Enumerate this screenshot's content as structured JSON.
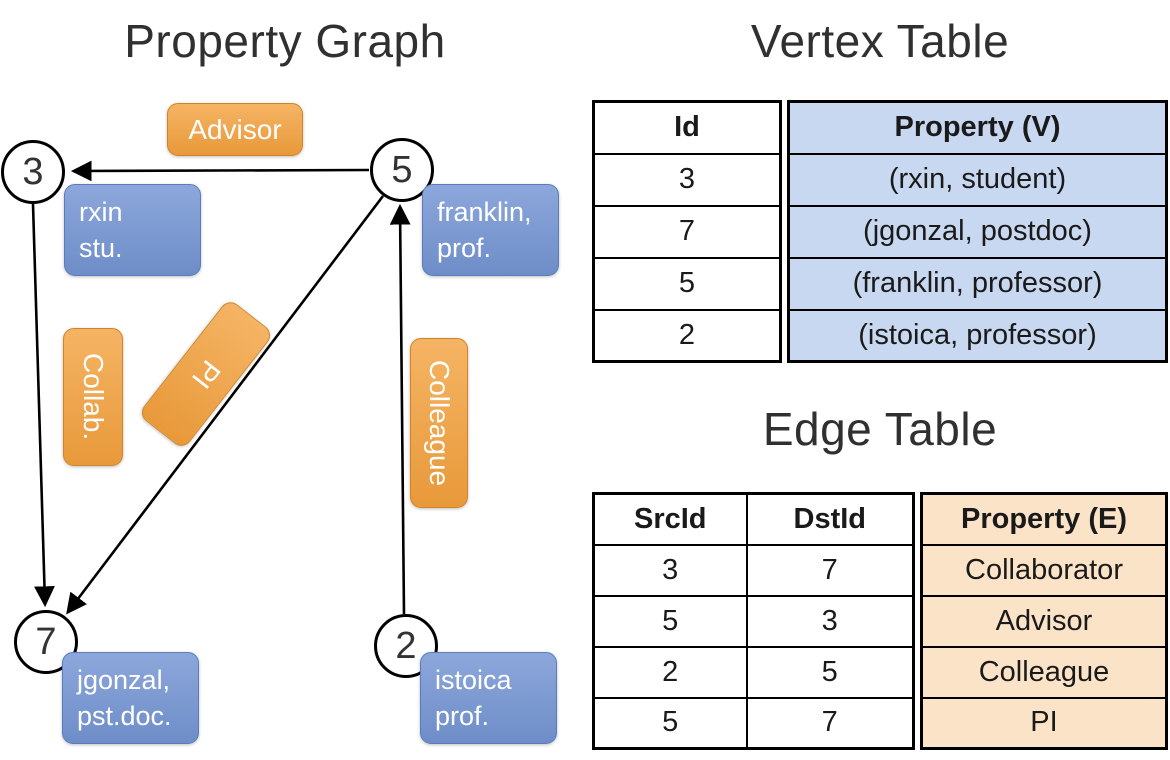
{
  "graph": {
    "title": "Property Graph",
    "vertices": [
      {
        "id": "3",
        "prop_line1": "rxin",
        "prop_line2": "stu."
      },
      {
        "id": "5",
        "prop_line1": "franklin,",
        "prop_line2": "prof."
      },
      {
        "id": "7",
        "prop_line1": "jgonzal,",
        "prop_line2": "pst.doc."
      },
      {
        "id": "2",
        "prop_line1": "istoica",
        "prop_line2": "prof."
      }
    ],
    "edge_labels": {
      "advisor": "Advisor",
      "collab": "Collab.",
      "pi": "PI",
      "colleague": "Colleague"
    }
  },
  "vertex_table": {
    "title": "Vertex Table",
    "col_id": "Id",
    "col_property": "Property (V)",
    "rows": [
      {
        "id": "3",
        "property": "(rxin, student)"
      },
      {
        "id": "7",
        "property": "(jgonzal, postdoc)"
      },
      {
        "id": "5",
        "property": "(franklin, professor)"
      },
      {
        "id": "2",
        "property": "(istoica, professor)"
      }
    ]
  },
  "edge_table": {
    "title": "Edge Table",
    "col_src": "SrcId",
    "col_dst": "DstId",
    "col_property": "Property (E)",
    "rows": [
      {
        "src": "3",
        "dst": "7",
        "property": "Collaborator"
      },
      {
        "src": "5",
        "dst": "3",
        "property": "Advisor"
      },
      {
        "src": "2",
        "dst": "5",
        "property": "Colleague"
      },
      {
        "src": "5",
        "dst": "7",
        "property": "PI"
      }
    ]
  },
  "colors": {
    "vertex_property_fill": "#c7d8f0",
    "edge_property_fill": "#fbe3c8",
    "vertex_box": "#7796cf",
    "edge_box": "#efa342"
  }
}
